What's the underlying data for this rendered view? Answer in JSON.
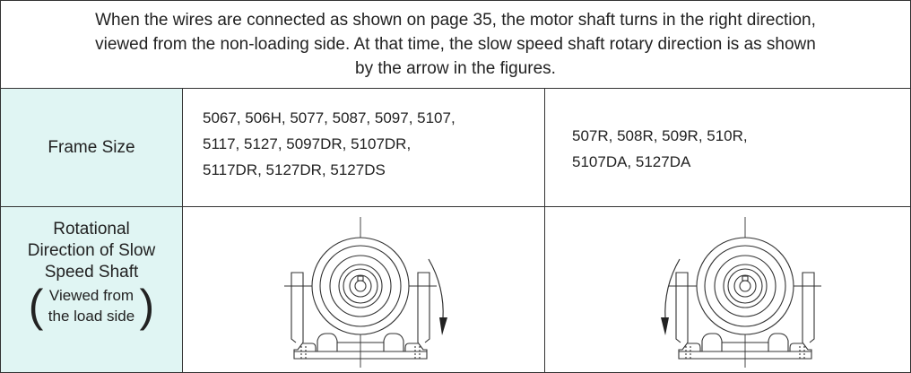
{
  "intro": {
    "line1": "When the wires are connected as shown on page 35, the motor shaft turns in the right direction,",
    "line2": "viewed from the non-loading side.  At that time, the slow speed shaft rotary direction is as shown",
    "line3": "by the arrow in the figures."
  },
  "frame_size": {
    "label": "Frame Size",
    "group1": {
      "line1": "5067, 506H, 5077, 5087, 5097, 5107,",
      "line2": "5117, 5127, 5097DR, 5107DR,",
      "line3": "5117DR, 5127DR, 5127DS"
    },
    "group2": {
      "line1": "507R, 508R, 509R, 510R,",
      "line2": "5107DA, 5127DA"
    }
  },
  "rotation": {
    "label_line1": "Rotational",
    "label_line2": "Direction of Slow",
    "label_line3": "Speed Shaft",
    "sub_line1": "Viewed from",
    "sub_line2": "the load side",
    "paren_open": "(",
    "paren_close": ")",
    "figure1_direction": "clockwise",
    "figure2_direction": "counterclockwise"
  },
  "colors": {
    "header_bg": "#e0f5f3",
    "border": "#333333"
  }
}
